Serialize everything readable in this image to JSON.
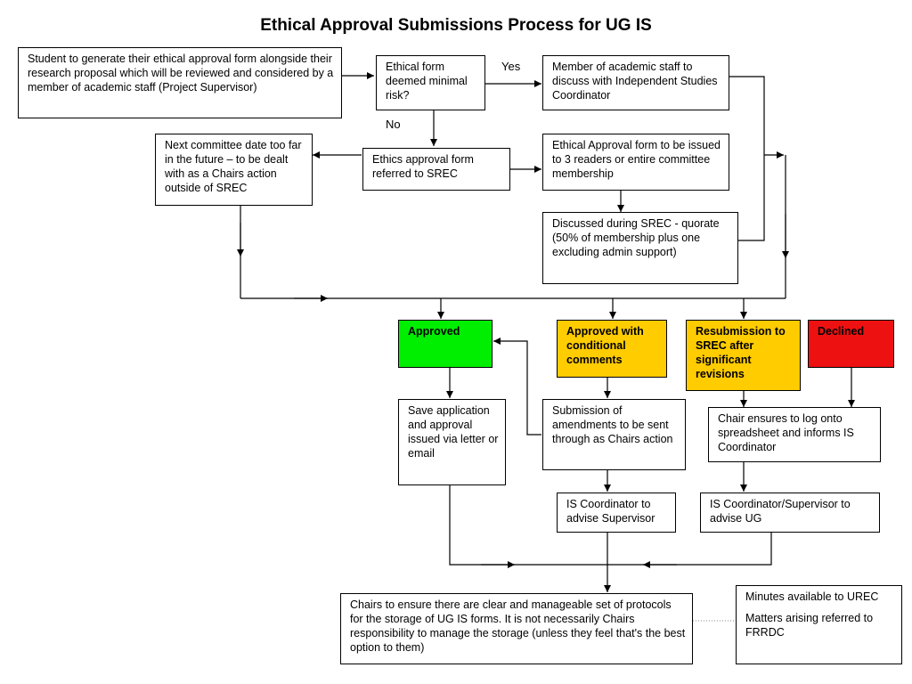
{
  "title": "Ethical Approval Submissions Process for UG IS",
  "labels": {
    "yes": "Yes",
    "no": "No"
  },
  "boxes": {
    "student": "Student to generate their ethical approval form alongside their research proposal which will be reviewed and considered by a member of academic staff (Project Supervisor)",
    "decision": "Ethical form deemed minimal risk?",
    "staff_discuss": "Member of academic staff to discuss with Independent Studies Coordinator",
    "next_committee": "Next committee date too far in the future – to be dealt with as a Chairs action outside of SREC",
    "referred": "Ethics approval form referred to SREC",
    "issued_readers": "Ethical Approval form to be issued to 3 readers or entire committee membership",
    "discussed": "Discussed during SREC - quorate (50% of membership plus one excluding admin support)",
    "approved": "Approved",
    "conditional": "Approved with conditional comments",
    "resubmission": "Resubmission to SREC after significant revisions",
    "declined": "Declined",
    "save_app": "Save application and approval issued via letter or email",
    "amendments": "Submission of amendments to be sent through as Chairs action",
    "chair_log": "Chair ensures to log onto spreadsheet and informs IS Coordinator",
    "is_coord_sup": "IS Coordinator to advise Supervisor",
    "is_coord_ug": "IS Coordinator/Supervisor to advise UG",
    "chairs_storage": "Chairs to ensure there are clear and manageable set of protocols for the storage of UG IS forms. It is not necessarily Chairs responsibility to manage the storage (unless they feel that's the best option to them)",
    "minutes_1": "Minutes available to UREC",
    "minutes_2": "Matters arising referred to FRRDC"
  },
  "colors": {
    "approved": "#00ee00",
    "conditional": "#ffcc00",
    "resubmission": "#ffcc00",
    "declined": "#ee1111"
  }
}
